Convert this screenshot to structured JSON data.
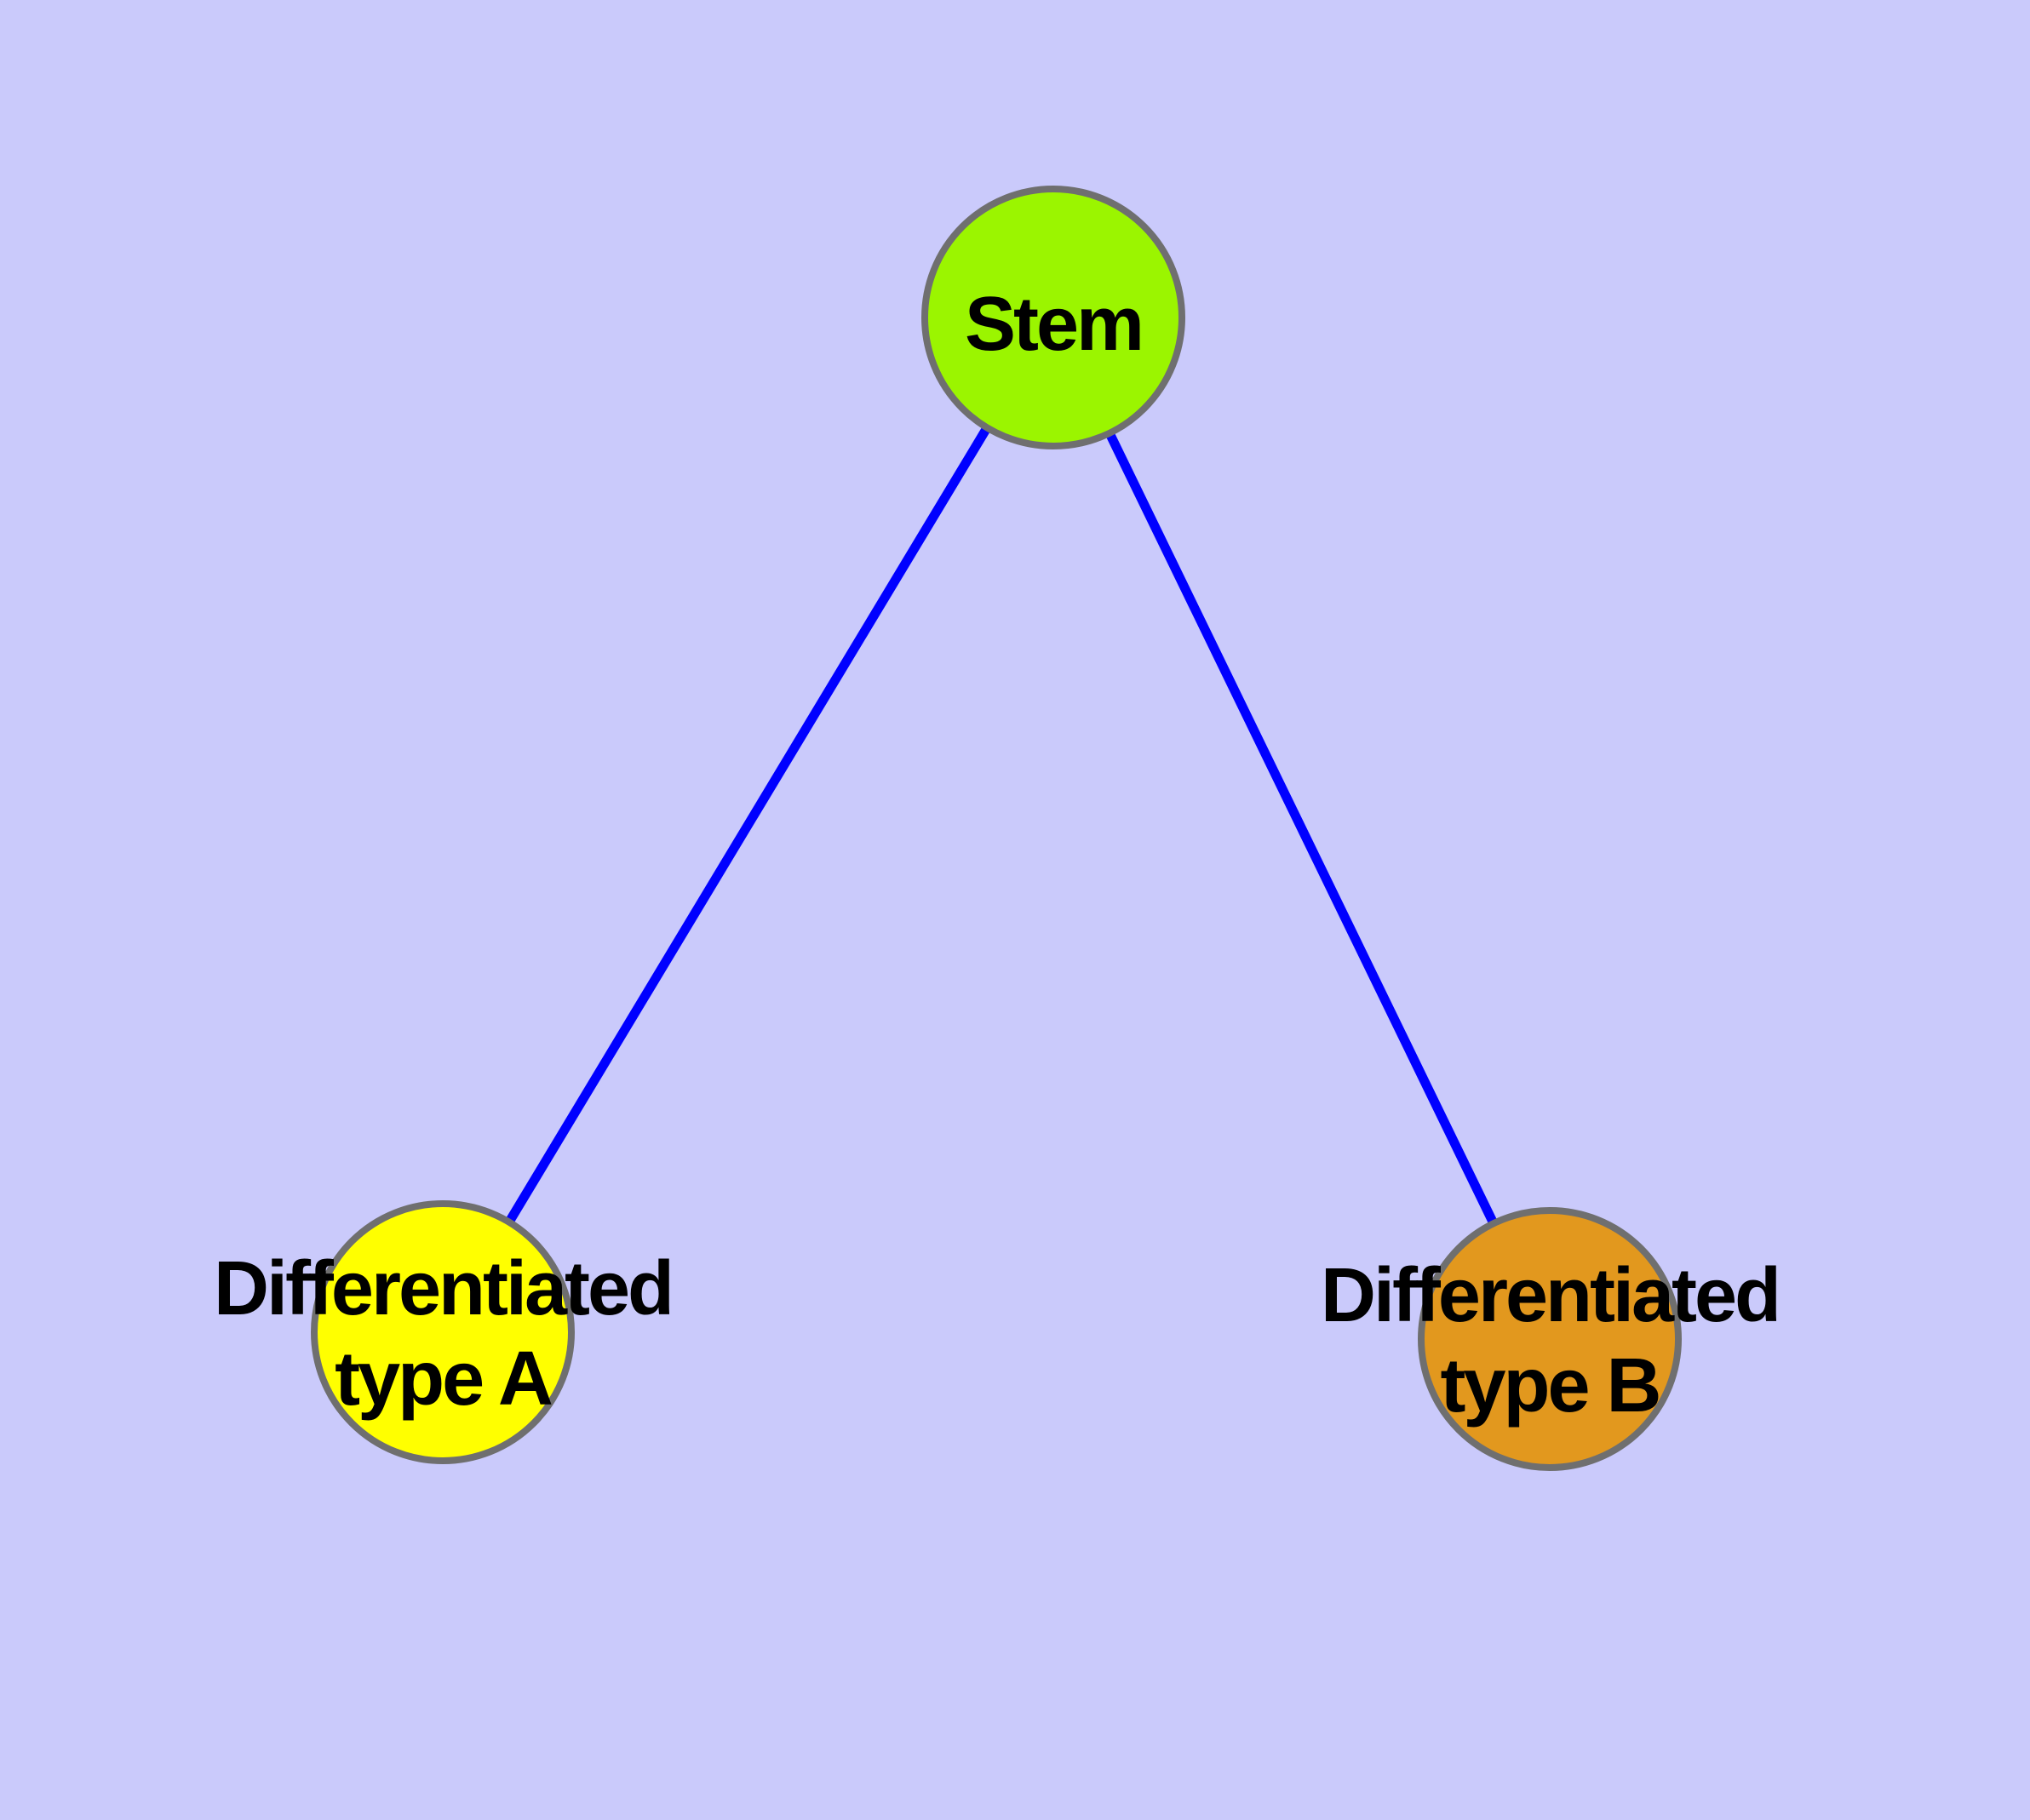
{
  "diagram": {
    "type": "node-link-graph",
    "colors": {
      "background": "#CACAFB",
      "edge": "#0000FF",
      "node_border": "#6F6F6F",
      "label_text": "#000000"
    },
    "nodes": [
      {
        "id": "stem",
        "label": "Stem",
        "fill": "#9BF500"
      },
      {
        "id": "differentiated-type-a",
        "label_line1": "Differentiated",
        "label_line2": "type A",
        "fill": "#FFFF00"
      },
      {
        "id": "differentiated-type-b",
        "label_line1": "Differentiated",
        "label_line2": "type B",
        "fill": "#E2981E"
      }
    ],
    "edges": [
      {
        "from": "Stem",
        "to": "Differentiated type A"
      },
      {
        "from": "Stem",
        "to": "Differentiated type B"
      }
    ]
  }
}
